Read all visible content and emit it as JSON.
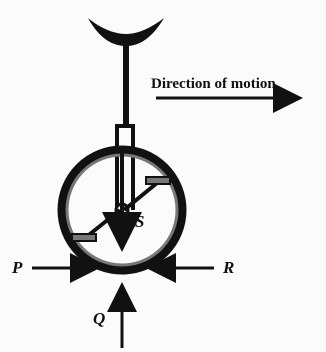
{
  "diagram": {
    "direction_label": "Direction of motion",
    "labels": {
      "P": "P",
      "Q": "Q",
      "R": "R",
      "S": "S"
    }
  }
}
